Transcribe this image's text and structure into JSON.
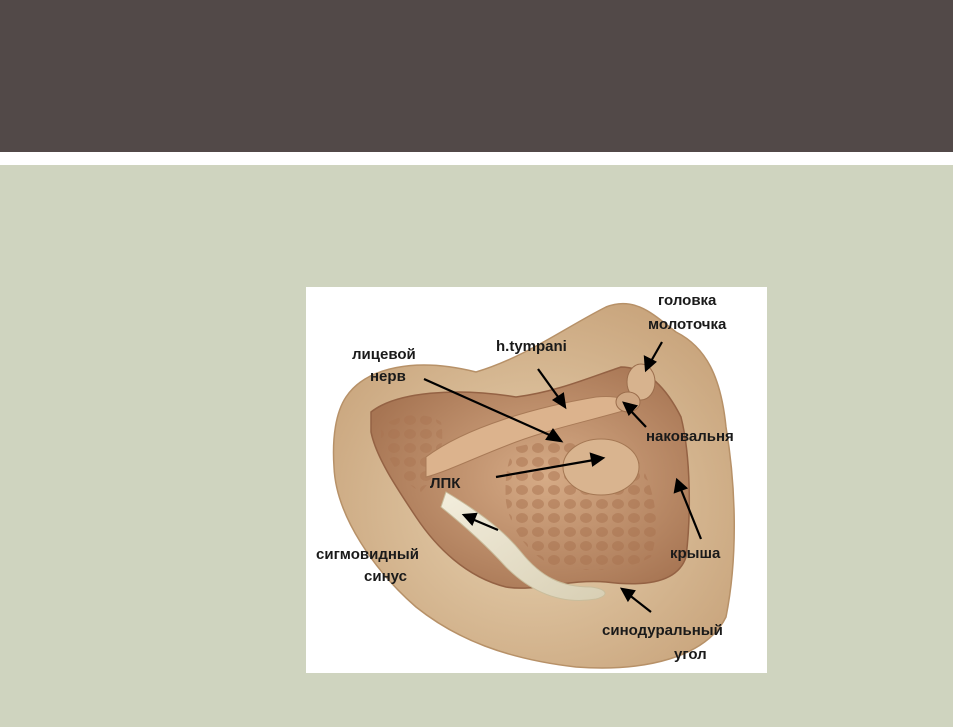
{
  "colors": {
    "header": "#524948",
    "background": "#cfd4bf",
    "bone_outer": "#dcc09a",
    "bone_inner": "#b98a66",
    "sinus": "#ece5d2"
  },
  "labels": {
    "malleus_head": [
      "головка",
      "молоточка"
    ],
    "tympani": "h.tympani",
    "facial_nerve": [
      "лицевой",
      "нерв"
    ],
    "incus": "наковальня",
    "lpk": "ЛПК",
    "sigmoid_sinus": [
      "сигмовидный",
      "синус"
    ],
    "roof": "крыша",
    "sinodural_angle": [
      "синодуральный",
      "угол"
    ]
  }
}
